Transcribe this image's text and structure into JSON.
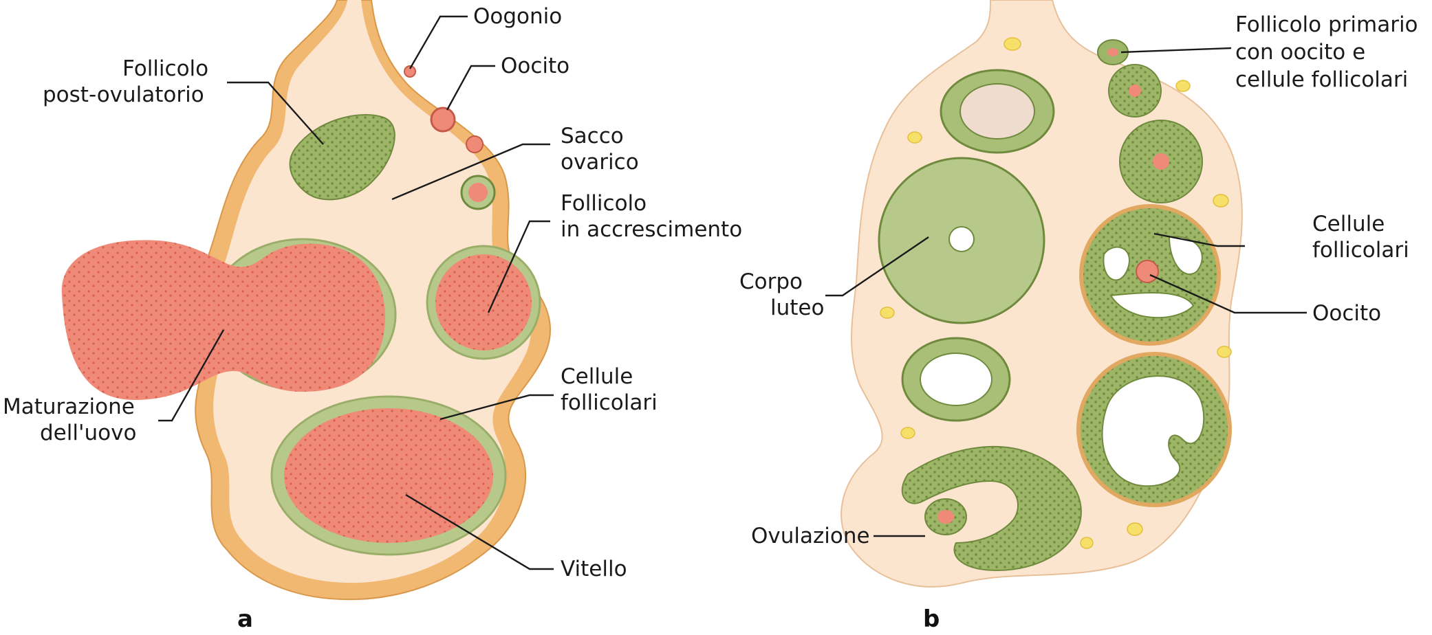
{
  "panels": {
    "a": {
      "letter": "a",
      "labels": {
        "oogonio": "Oogonio",
        "oocito": "Oocito",
        "follicolo_post_1": "Follicolo",
        "follicolo_post_2": "post-ovulatorio",
        "sacco_1": "Sacco",
        "sacco_2": "ovarico",
        "accresc_1": "Follicolo",
        "accresc_2": "in accrescimento",
        "maturazione_1": "Maturazione",
        "maturazione_2": "dell'uovo",
        "cellule_1": "Cellule",
        "cellule_2": "follicolari",
        "vitello": "Vitello"
      }
    },
    "b": {
      "letter": "b",
      "labels": {
        "primario_1": "Follicolo primario",
        "primario_2": "con oocito e",
        "primario_3": "cellule follicolari",
        "cellule_1": "Cellule",
        "cellule_2": "follicolari",
        "oocito": "Oocito",
        "corpo_1": "Corpo",
        "corpo_2": "luteo",
        "ovulazione": "Ovulazione"
      }
    }
  },
  "colors": {
    "ovary_outline": "#f0b870",
    "ovary_fill": "#fce5cf",
    "yolk": "#f08a78",
    "follicle_green": "#9cb567",
    "luteal_green": "#b6c98a",
    "yellow_spot": "#f7e06a"
  }
}
